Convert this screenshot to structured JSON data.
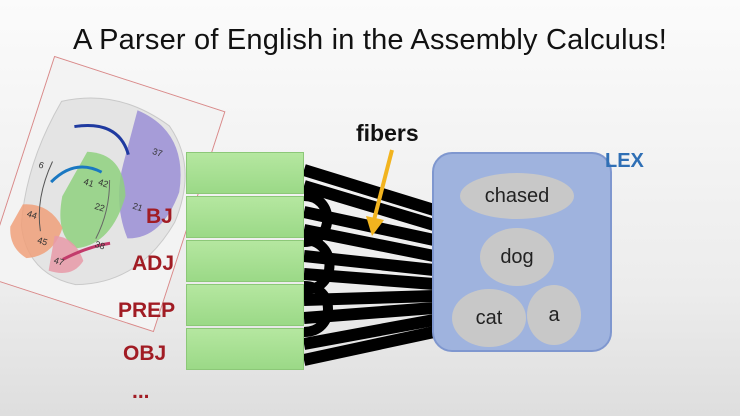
{
  "title": "A Parser of English in the Assembly Calculus!",
  "brain_labels": [
    "37",
    "44",
    "41",
    "42",
    "22",
    "21",
    "45",
    "47",
    "38",
    "6"
  ],
  "roles": {
    "subj": "BJ",
    "adj": "ADJ",
    "prep": "PREP",
    "obj": "OBJ",
    "more": "..."
  },
  "fibers_label": "fibers",
  "lex": {
    "label": "LEX",
    "words": [
      "chased",
      "dog",
      "cat",
      "a"
    ]
  },
  "colors": {
    "area_green": "#9bd987",
    "lex_blue": "#9fb3de",
    "role_red": "#a11c24",
    "lex_label_blue": "#2f6fb5",
    "arrow_yellow": "#f2b41f"
  },
  "icons": [
    "brain-image",
    "fibers-arrow"
  ]
}
